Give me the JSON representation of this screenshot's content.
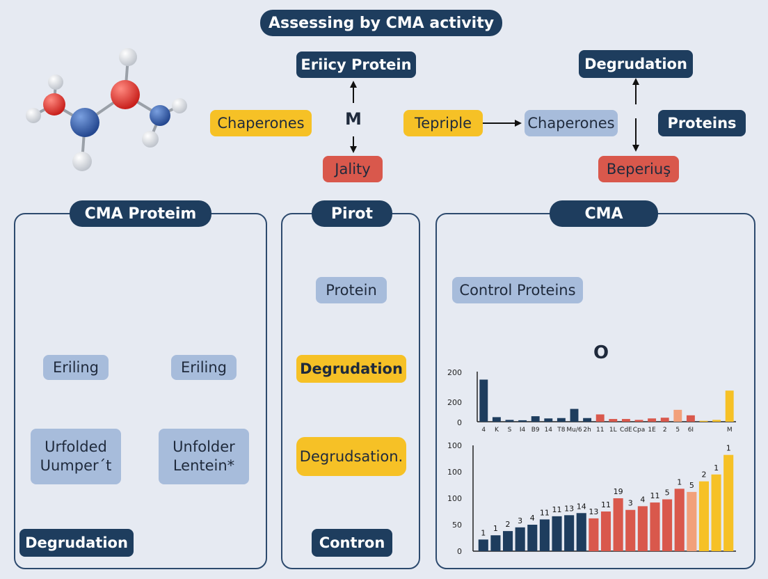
{
  "header": {
    "title": "Assessing by CMA activity",
    "center_top_label": "Eriicy Protein",
    "center_mid_label": "M",
    "left_chaperones": "Chaperones",
    "red_box_label": "Jality",
    "tepriple_label": "Tepriple",
    "chaperones_label": "Chaperones",
    "degradation_top_label": "Degrudation",
    "proteins_label": "Proteins",
    "beperius_label": "Beperiuş"
  },
  "left_panel": {
    "title": "CMA Proteim",
    "eriling_left": "Eriling",
    "eriling_right": "Eriling",
    "unfolded_left": "Urfolded\nUumper´t",
    "unfolded_right": "Unfolder\nLentein*",
    "degradation": "Degrudation"
  },
  "middle_panel": {
    "title": "Pirot",
    "protein": "Protein",
    "degradation_1": "Degrudation",
    "degradation_2": "Degrudsation.",
    "control": "Contron"
  },
  "right_panel": {
    "title": "CMA",
    "control_proteins": "Control Proteins",
    "bracket_label": "O"
  },
  "colors": {
    "navy": "#1e3d5e",
    "yellow": "#f6c126",
    "light_blue": "#a7bcdb",
    "red": "#d9584c",
    "orange": "#f2a07a",
    "atom_red": "#d6322e",
    "atom_blue": "#2d57a8",
    "atom_green": "#7cc160",
    "atom_purple": "#5b3f84"
  },
  "chart_data": [
    {
      "type": "bar",
      "title": "",
      "xlabel": "",
      "ylabel": "",
      "y_tick_labels": [
        "0",
        "200",
        "200"
      ],
      "ylim": [
        0,
        380
      ],
      "categories": [
        "4",
        "K",
        "S",
        "I4",
        "B9",
        "14",
        "T8",
        "Mu/6",
        "2h",
        "11",
        "1L",
        "CdE",
        "Cpa",
        "1E",
        "2",
        "5",
        "6I",
        "",
        "",
        "M"
      ],
      "values": [
        230,
        25,
        10,
        8,
        30,
        18,
        20,
        70,
        20,
        40,
        15,
        15,
        10,
        18,
        22,
        65,
        35,
        5,
        10,
        170
      ],
      "bar_colors": [
        "#1e3d5e",
        "#1e3d5e",
        "#1e3d5e",
        "#1e3d5e",
        "#1e3d5e",
        "#1e3d5e",
        "#1e3d5e",
        "#1e3d5e",
        "#1e3d5e",
        "#d9584c",
        "#d9584c",
        "#d9584c",
        "#d9584c",
        "#d9584c",
        "#d9584c",
        "#f2a07a",
        "#d9584c",
        "#f6c126",
        "#f6c126",
        "#f6c126"
      ],
      "grid": false
    },
    {
      "type": "bar",
      "title": "",
      "xlabel": "",
      "ylabel": "",
      "y_tick_labels": [
        "0",
        "50",
        "100",
        "100",
        "100"
      ],
      "ylim": [
        0,
        185
      ],
      "values": [
        22,
        30,
        38,
        45,
        50,
        60,
        66,
        68,
        72,
        62,
        75,
        100,
        78,
        85,
        92,
        98,
        118,
        112,
        132,
        145,
        182
      ],
      "data_labels": [
        "1",
        "1",
        "2",
        "3",
        "4",
        "11",
        "11",
        "13",
        "14",
        "13",
        "11",
        "19",
        "3",
        "4",
        "11",
        "5",
        "1",
        "5",
        "2",
        "1",
        "1"
      ],
      "bar_colors": [
        "#1e3d5e",
        "#1e3d5e",
        "#1e3d5e",
        "#1e3d5e",
        "#1e3d5e",
        "#1e3d5e",
        "#1e3d5e",
        "#1e3d5e",
        "#1e3d5e",
        "#d9584c",
        "#d9584c",
        "#d9584c",
        "#d9584c",
        "#d9584c",
        "#d9584c",
        "#d9584c",
        "#d9584c",
        "#f2a07a",
        "#f6c126",
        "#f6c126",
        "#f6c126"
      ],
      "grid": false
    }
  ]
}
